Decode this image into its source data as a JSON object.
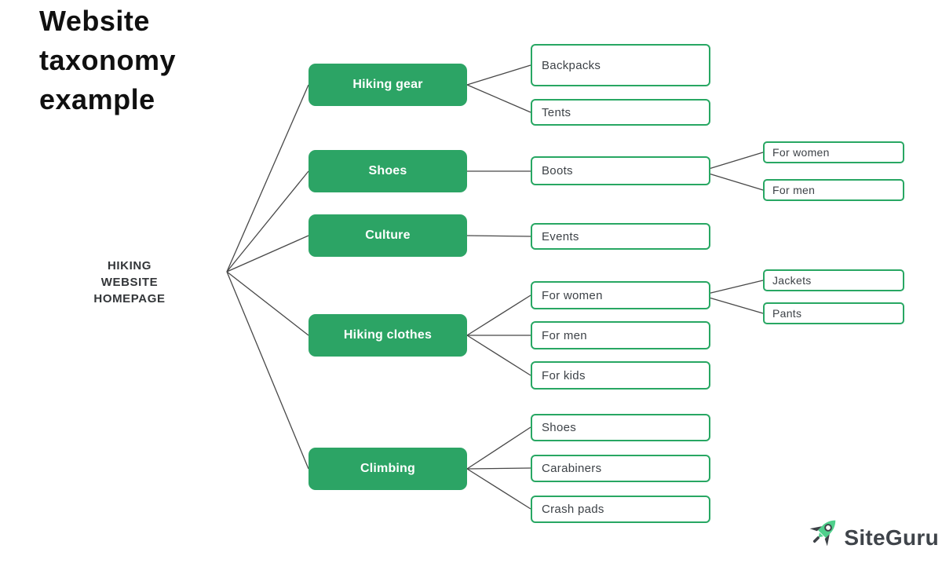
{
  "title": {
    "lines": [
      "Website",
      "taxonomy",
      "example"
    ]
  },
  "root": {
    "lines": [
      "HIKING",
      "WEBSITE",
      "HOMEPAGE"
    ]
  },
  "tree": {
    "categories": [
      {
        "label": "Hiking gear",
        "children": [
          {
            "label": "Backpacks"
          },
          {
            "label": "Tents"
          }
        ]
      },
      {
        "label": "Shoes",
        "children": [
          {
            "label": "Boots",
            "children": [
              {
                "label": "For women"
              },
              {
                "label": "For men"
              }
            ]
          }
        ]
      },
      {
        "label": "Culture",
        "children": [
          {
            "label": "Events"
          }
        ]
      },
      {
        "label": "Hiking clothes",
        "children": [
          {
            "label": "For women",
            "children": [
              {
                "label": "Jackets"
              },
              {
                "label": "Pants"
              }
            ]
          },
          {
            "label": "For men"
          },
          {
            "label": "For kids"
          }
        ]
      },
      {
        "label": "Climbing",
        "children": [
          {
            "label": "Shoes"
          },
          {
            "label": "Carabiners"
          },
          {
            "label": "Crash pads"
          }
        ]
      }
    ]
  },
  "logo": {
    "brand": "SiteGuru",
    "icon": "rocket-icon"
  },
  "colors": {
    "category_fill": "#2ca465",
    "outline_green": "#28a763",
    "logo_green": "#4fd08c",
    "text_dark": "#3d4247",
    "connector": "#484848",
    "title_text": "#101010"
  }
}
